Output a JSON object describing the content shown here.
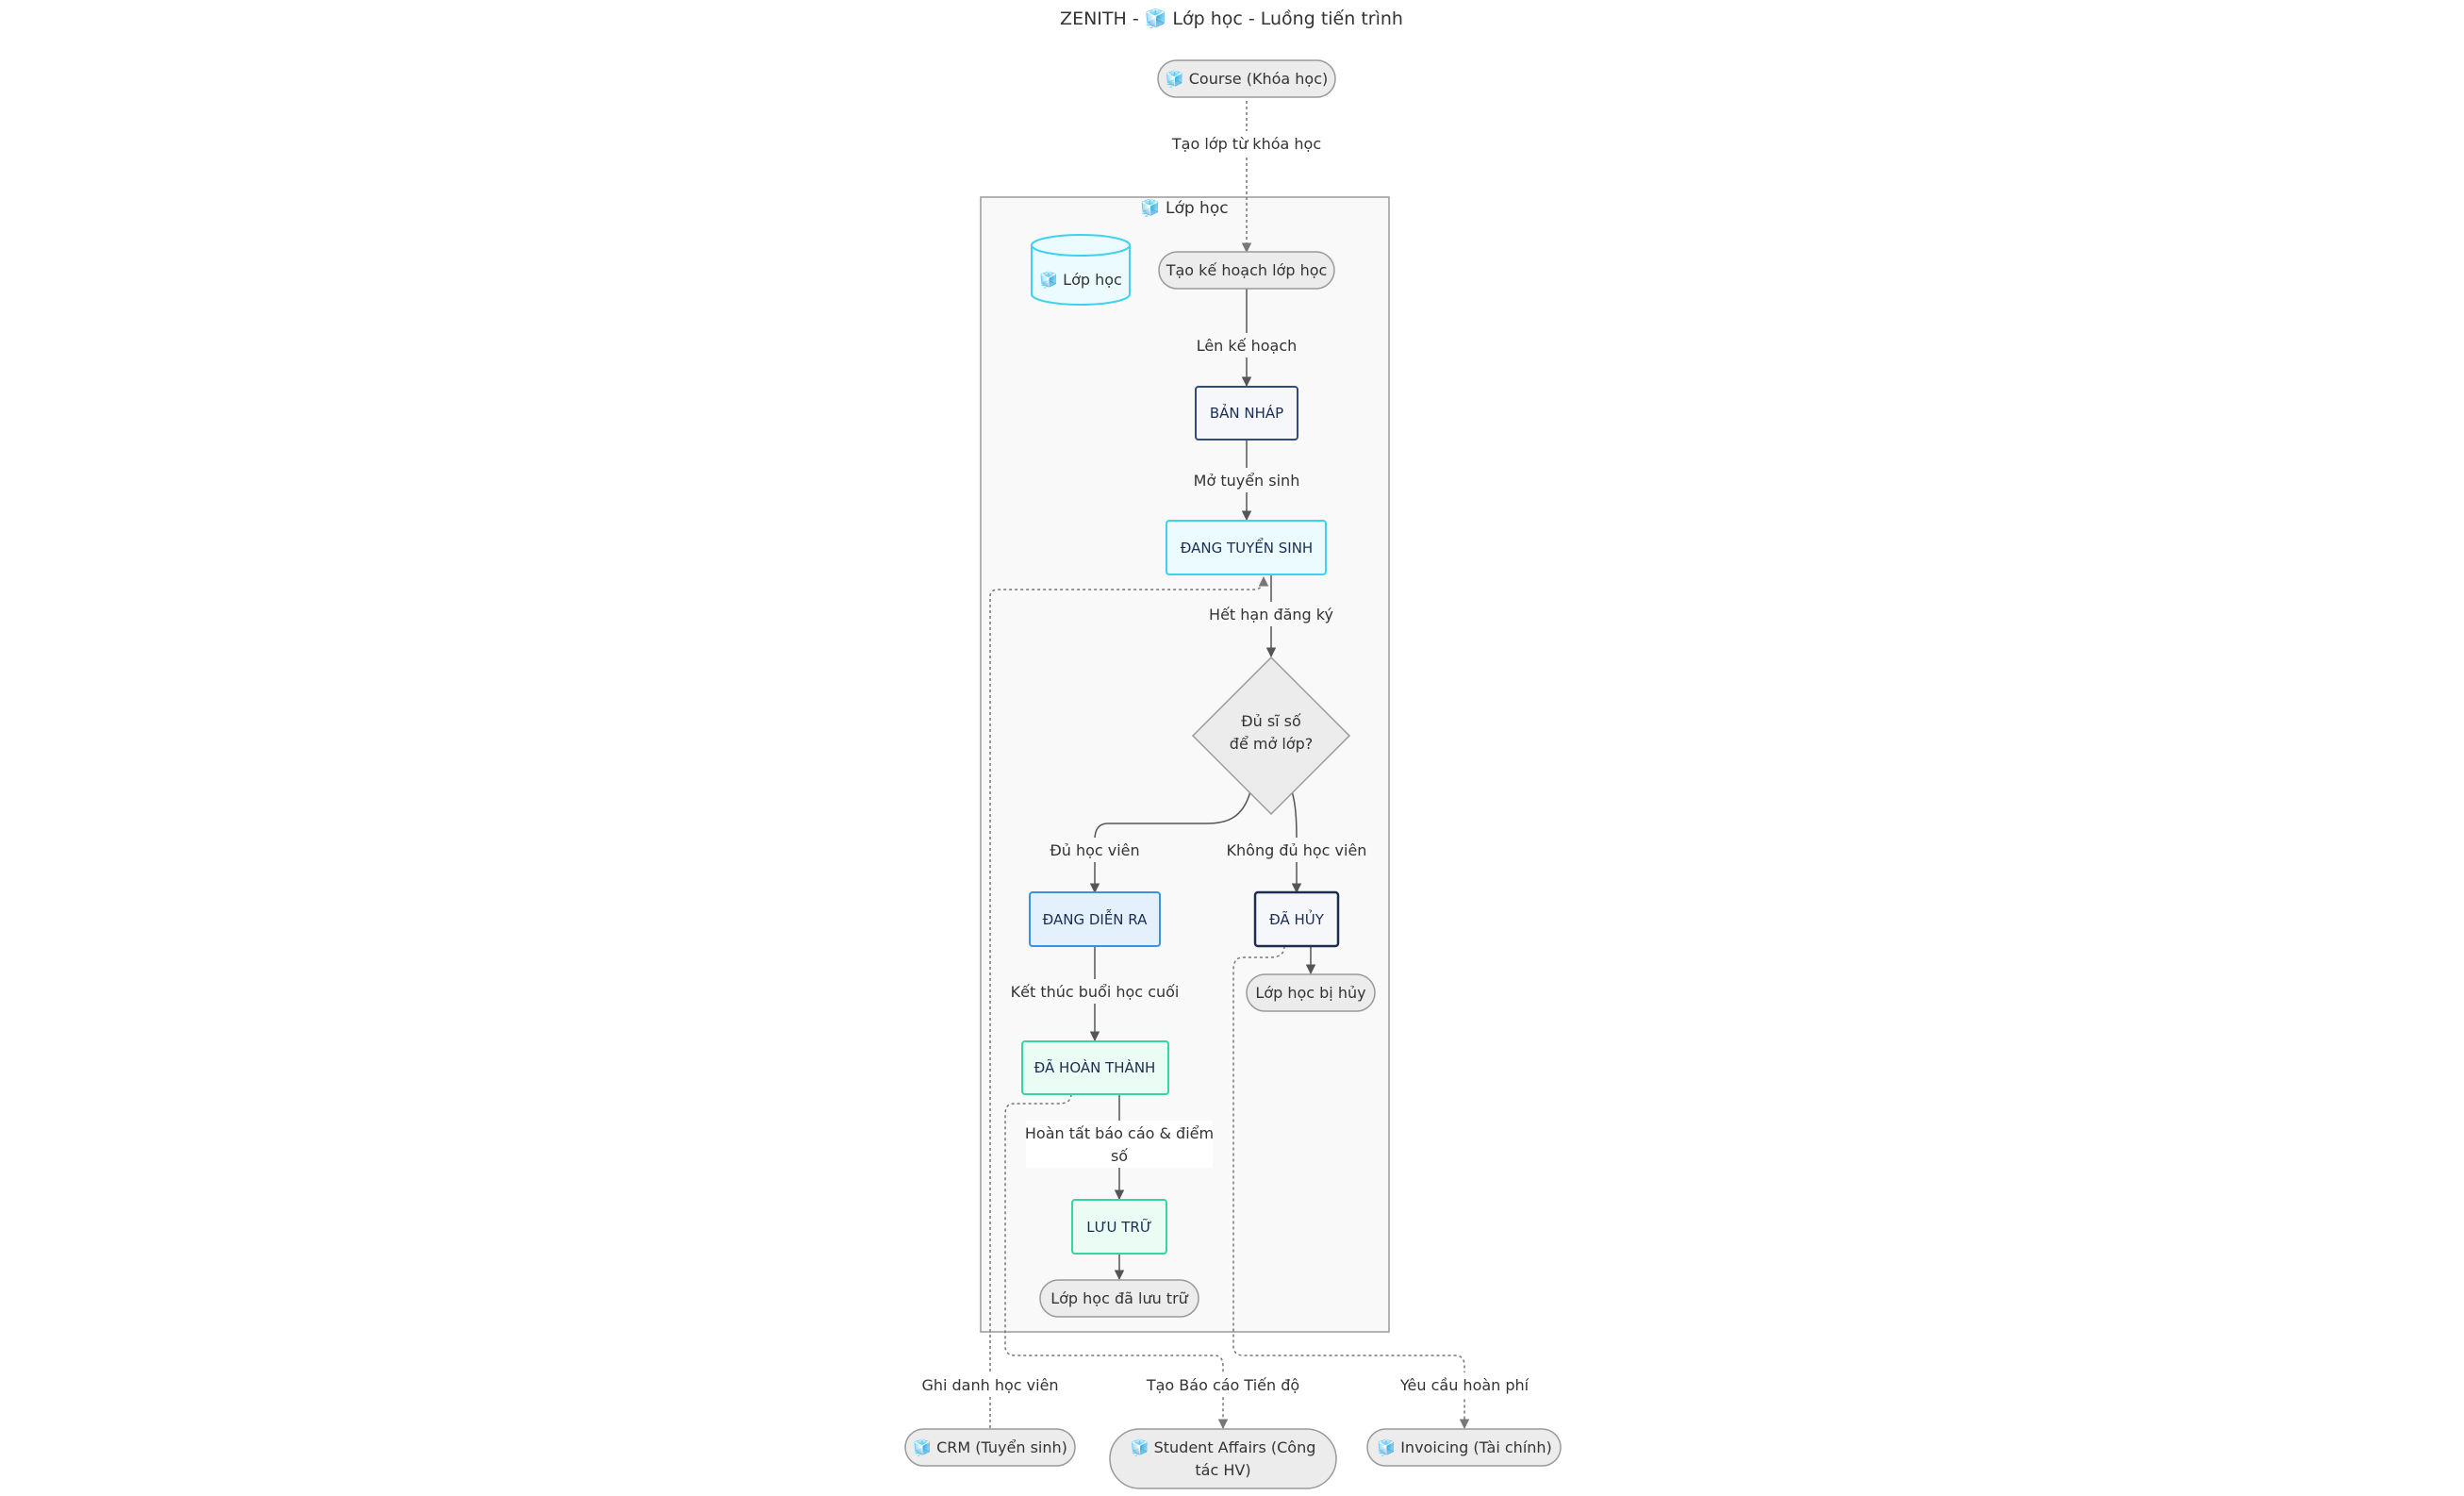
{
  "diagram": {
    "title": "ZENITH - 🧊 Lớp học - Luồng tiến trình",
    "subgraph_label": "🧊 Lớp học",
    "database_label": "🧊 Lớp học",
    "nodes": {
      "course": "🧊 Course (Khóa học)",
      "create_plan": "Tạo kế hoạch lớp học",
      "draft": "BẢN NHÁP",
      "enrolling": "ĐANG TUYỂN SINH",
      "decision_line1": "Đủ sĩ số",
      "decision_line2": "để mở lớp?",
      "in_progress": "ĐANG DIỄN RA",
      "cancelled": "ĐÃ HỦY",
      "cancelled_end": "Lớp học bị hủy",
      "completed": "ĐÃ HOÀN THÀNH",
      "archived": "LƯU TRỮ",
      "archived_end": "Lớp học đã lưu trữ",
      "crm": "🧊 CRM (Tuyển sinh)",
      "student_affairs_line1": "🧊 Student Affairs (Công",
      "student_affairs_line2": "tác HV)",
      "invoicing": "🧊 Invoicing (Tài chính)"
    },
    "edges": {
      "create_from_course": "Tạo lớp từ khóa học",
      "plan": "Lên kế hoạch",
      "open_enrollment": "Mở tuyển sinh",
      "enrollment_expired": "Hết hạn đăng ký",
      "enough_students": "Đủ học viên",
      "not_enough_students": "Không đủ học viên",
      "last_session_end": "Kết thúc buổi học cuối",
      "finalize_line1": "Hoàn tất báo cáo & điểm",
      "finalize_line2": "số",
      "enroll_student": "Ghi danh học viên",
      "create_progress_report": "Tạo Báo cáo Tiến độ",
      "refund_request": "Yêu cầu hoàn phí"
    },
    "colors": {
      "terminal_fill": "#ececec",
      "terminal_stroke": "#9a9a9a",
      "subgraph_fill": "#f9f9f9",
      "subgraph_stroke": "#9a9a9a",
      "draft_stroke": "#334a7d",
      "enrolling_stroke": "#3fd2ee",
      "enrolling_fill": "#ebfbff",
      "in_progress_stroke": "#3d8fe0",
      "in_progress_fill": "#e4f1fd",
      "cancelled_stroke": "#1d2d52",
      "completed_stroke": "#35d6a0",
      "completed_fill": "#ebfcf5",
      "archived_stroke": "#35d6a0",
      "archived_fill": "#ebfcf5",
      "decision_fill": "#ececec",
      "edge_color": "#555555",
      "dashed_edge_color": "#777777",
      "db_stroke": "#3fd2ee",
      "db_fill": "#ebfbff"
    }
  }
}
